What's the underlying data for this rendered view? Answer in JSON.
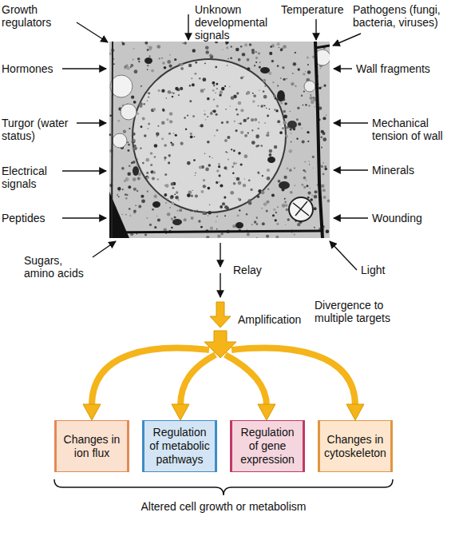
{
  "diagram": {
    "nodes": [
      {
        "text": [
          "Changes in ion flux"
        ]
      },
      {
        "text": [
          "Regulation of metabolic pathways"
        ]
      },
      {
        "text": [
          "Regulation of gene expression"
        ]
      },
      {
        "text": [
          "Changes in cytoskeleton"
        ]
      }
    ],
    "labels": [
      "Growth regulators",
      "Unknown developmental signals",
      "Temperature",
      "Pathogens (fungi, bacteria, viruses)",
      "Hormones",
      "Turgor (water status)",
      "Electrical signals",
      "Peptides",
      "Wall fragments",
      "Mechanical tension of wall",
      "Minerals",
      "Wounding",
      "Sugars, amino acids",
      "Light",
      "Relay",
      "Amplification",
      "Divergence to multiple targets",
      "Altered cell growth or metabolism"
    ]
  }
}
